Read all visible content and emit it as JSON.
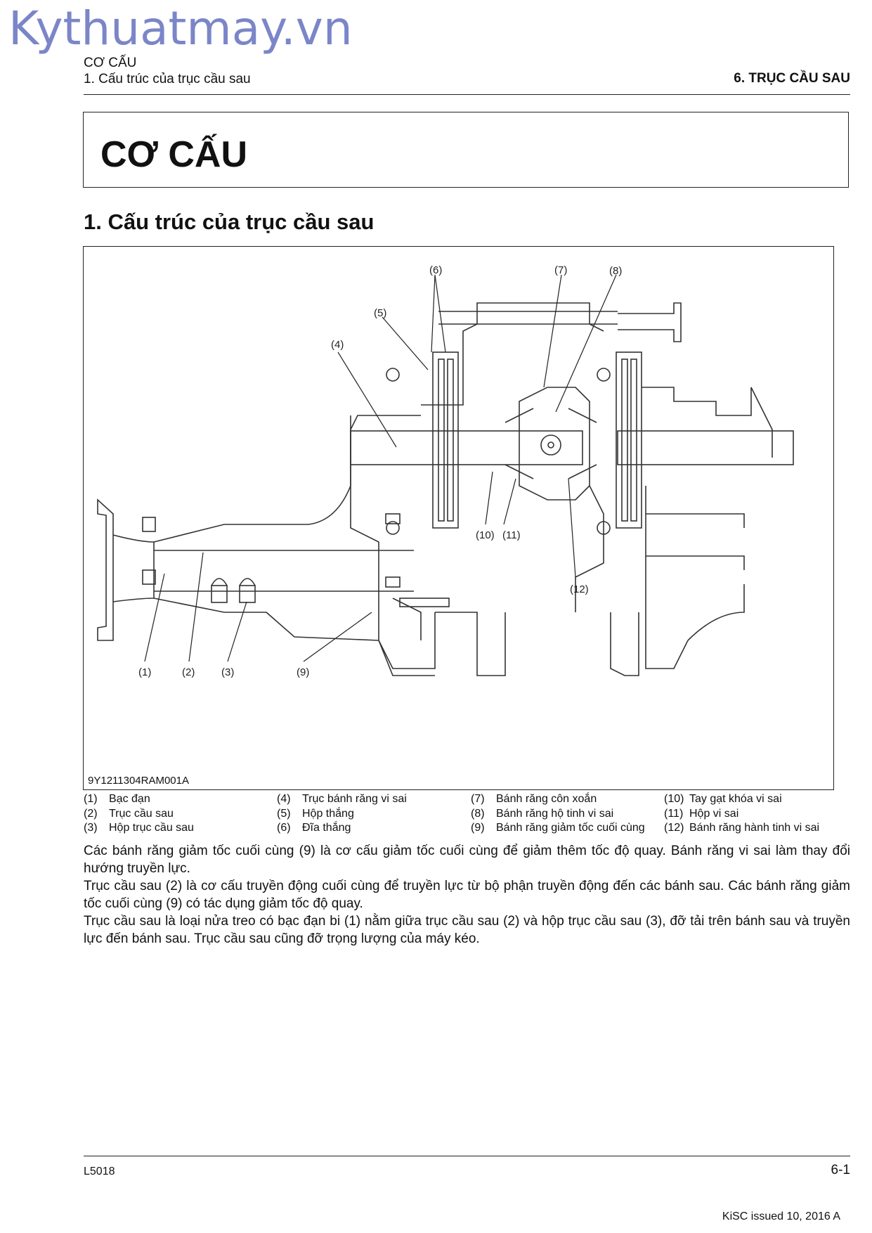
{
  "watermark": "Kythuatmay.vn",
  "header": {
    "category": "CƠ CẤU",
    "subsection": "1. Cấu trúc của trục cầu sau",
    "chapter": "6. TRỤC CẦU SAU"
  },
  "title": "CƠ CẤU",
  "section_title": "1. Cấu trúc của trục cầu sau",
  "figure": {
    "code": "9Y1211304RAM001A",
    "callouts": [
      "(1)",
      "(2)",
      "(3)",
      "(4)",
      "(5)",
      "(6)",
      "(7)",
      "(8)",
      "(9)",
      "(10)",
      "(11)",
      "(12)"
    ]
  },
  "legend": {
    "col1": [
      {
        "num": "(1)",
        "text": "Bạc đạn"
      },
      {
        "num": "(2)",
        "text": "Trục cầu sau"
      },
      {
        "num": "(3)",
        "text": "Hộp trục cầu sau"
      }
    ],
    "col2": [
      {
        "num": "(4)",
        "text": "Trục bánh răng vi sai"
      },
      {
        "num": "(5)",
        "text": "Hộp thắng"
      },
      {
        "num": "(6)",
        "text": "Đĩa thắng"
      }
    ],
    "col3": [
      {
        "num": "(7)",
        "text": "Bánh răng côn xoắn"
      },
      {
        "num": "(8)",
        "text": "Bánh răng hộ tinh vi sai"
      },
      {
        "num": "(9)",
        "text": "Bánh răng giảm tốc cuối cùng"
      }
    ],
    "col4": [
      {
        "num": "(10)",
        "text": "Tay gạt khóa vi sai"
      },
      {
        "num": "(11)",
        "text": "Hộp vi sai"
      },
      {
        "num": "(12)",
        "text": "Bánh răng hành tinh vi sai"
      }
    ]
  },
  "body": [
    "Các bánh răng giảm tốc cuối cùng (9) là cơ cấu giảm tốc cuối cùng để giảm thêm tốc độ quay. Bánh răng vi sai làm thay đổi hướng truyền lực.",
    "Trục cầu sau (2) là cơ cấu truyền động cuối cùng để truyền lực từ bộ phận truyền động đến các bánh sau. Các bánh răng giảm tốc cuối cùng (9) có tác dụng giảm tốc độ quay.",
    "Trục cầu sau là loại nửa treo có bạc đạn bi (1) nằm giữa trục cầu sau (2) và hộp trục cầu sau (3), đỡ tải trên bánh sau và truyền lực đến bánh sau. Trục cầu sau cũng đỡ trọng lượng của máy kéo."
  ],
  "footer": {
    "model": "L5018",
    "page": "6-1",
    "issued": "KiSC issued 10, 2016 A"
  }
}
